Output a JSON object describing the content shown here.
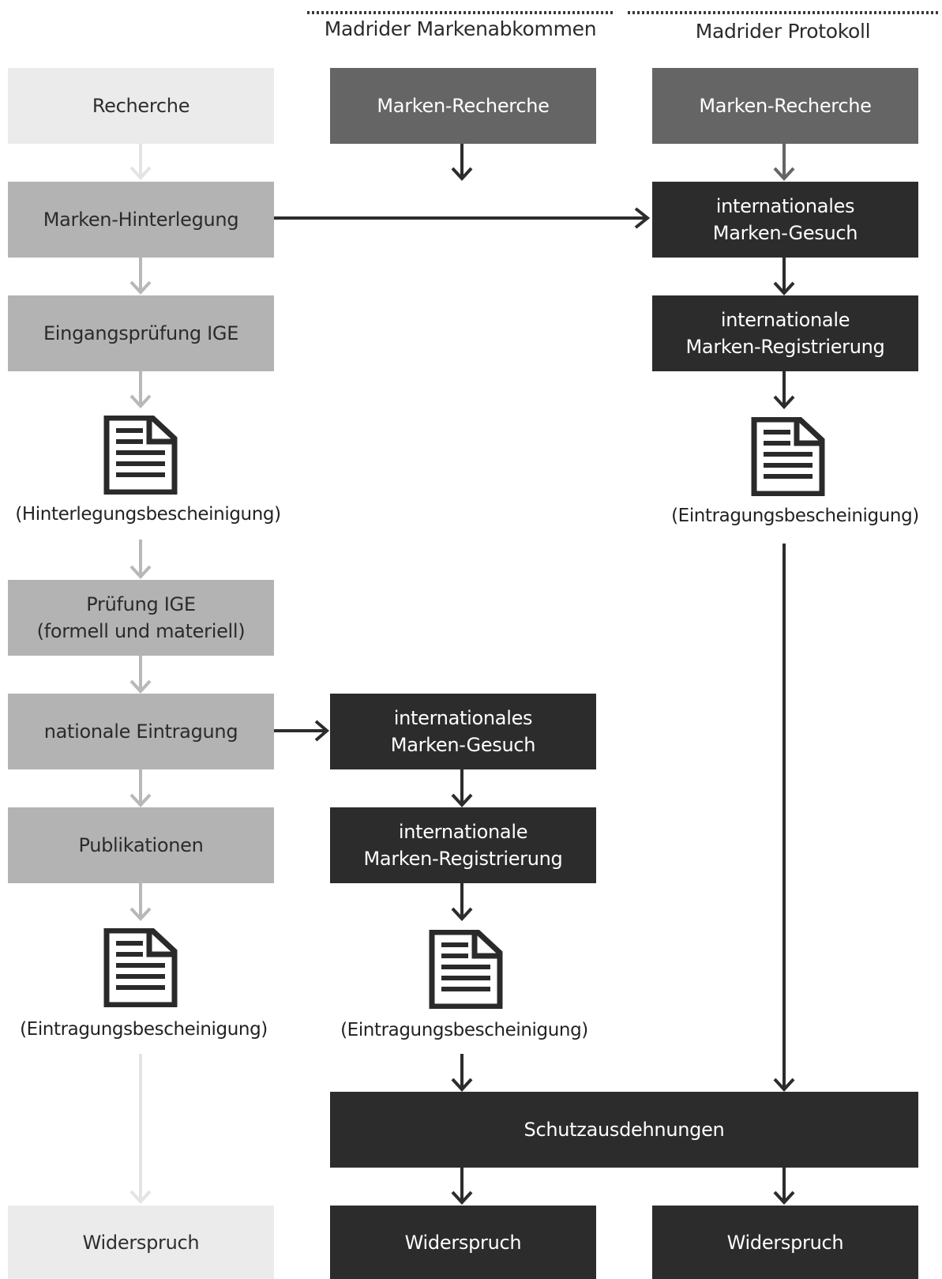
{
  "columns": {
    "madrid_agreement": "Madrider Markenabkommen",
    "madrid_protocol": "Madrider Protokoll"
  },
  "national": {
    "recherche": "Recherche",
    "hinterlegung": "Marken-Hinterlegung",
    "eingangspruefung": "Eingangsprüfung IGE",
    "hinterlegungsbescheinigung": "(Hinterlegungsbescheinigung)",
    "pruefung_line1": "Prüfung IGE",
    "pruefung_line2": "(formell und materiell)",
    "nationale_eintragung": "nationale Eintragung",
    "publikationen": "Publikationen",
    "eintragungsbescheinigung": "(Eintragungsbescheinigung)",
    "widerspruch": "Widerspruch"
  },
  "agreement": {
    "recherche": "Marken-Recherche",
    "gesuch_line1": "internationales",
    "gesuch_line2": "Marken-Gesuch",
    "registrierung_line1": "internationale",
    "registrierung_line2": "Marken-Registrierung",
    "eintragungsbescheinigung": "(Eintragungsbescheinigung)",
    "widerspruch": "Widerspruch"
  },
  "protocol": {
    "recherche": "Marken-Recherche",
    "gesuch_line1": "internationales",
    "gesuch_line2": "Marken-Gesuch",
    "registrierung_line1": "internationale",
    "registrierung_line2": "Marken-Registrierung",
    "eintragungsbescheinigung": "(Eintragungsbescheinigung)",
    "widerspruch": "Widerspruch"
  },
  "shared": {
    "schutzausdehnungen": "Schutzausdehnungen"
  },
  "colors": {
    "lightest": "#ebebeb",
    "light": "#b3b3b3",
    "mid": "#656565",
    "dark": "#2c2c2c",
    "arrow_dark": "#2c2c2c",
    "arrow_light": "#b8b8b8",
    "arrow_lightest": "#e4e4e4"
  },
  "icons": {
    "document": "document-icon"
  }
}
